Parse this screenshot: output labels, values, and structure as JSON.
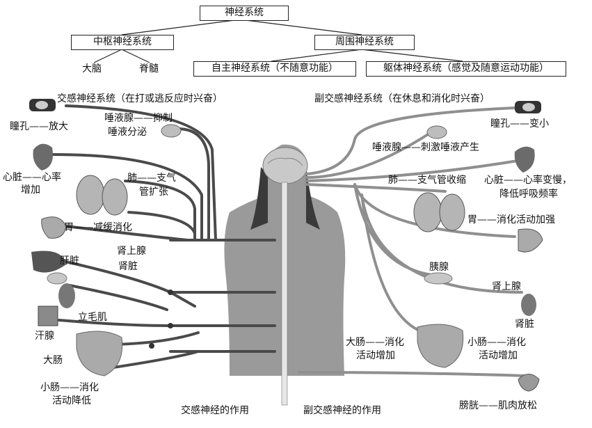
{
  "hierarchy": {
    "root": "神经系统",
    "central": "中枢神经系统",
    "brain": "大脑",
    "spinal_cord": "脊髓",
    "peripheral": "周围神经系统",
    "autonomic": "自主神经系统（不随意功能）",
    "somatic": "躯体神经系统（感觉及随意运动功能）"
  },
  "sympathetic": {
    "title": "交感神经系统（在打或逃反应时兴奋）",
    "pupil": "瞳孔——放大",
    "salivary": "唾液腺——抑制",
    "salivary2": "唾液分泌",
    "heart": "心脏——心率",
    "heart2": "增加",
    "lung": "肺——支气",
    "lung2": "管扩张",
    "stomach": "胃——减缓消化",
    "adrenal": "肾上腺",
    "liver": "肝脏",
    "kidney": "肾脏",
    "arrector": "立毛肌",
    "sweat": "汗腺",
    "large_intestine": "大肠",
    "small_intestine": "小肠——消化",
    "small_intestine2": "活动降低"
  },
  "parasympathetic": {
    "title": "副交感神经系统（在休息和消化时兴奋）",
    "pupil": "瞳孔——变小",
    "salivary": "唾液腺——刺激唾液产生",
    "lung": "肺——支气管收缩",
    "heart": "心脏——心率变慢，",
    "heart2": "降低呼吸频率",
    "stomach": "胃——消化活动加强",
    "pancreas": "胰腺",
    "adrenal": "肾上腺",
    "kidney": "肾脏",
    "large_intestine": "大肠——消化",
    "large_intestine2": "活动增加",
    "small_intestine": "小肠——消化",
    "small_intestine2": "活动增加",
    "bladder": "膀胱——肌肉放松"
  },
  "captions": {
    "sympathetic": "交感神经的作用",
    "parasympathetic": "副交感神经的作用"
  }
}
